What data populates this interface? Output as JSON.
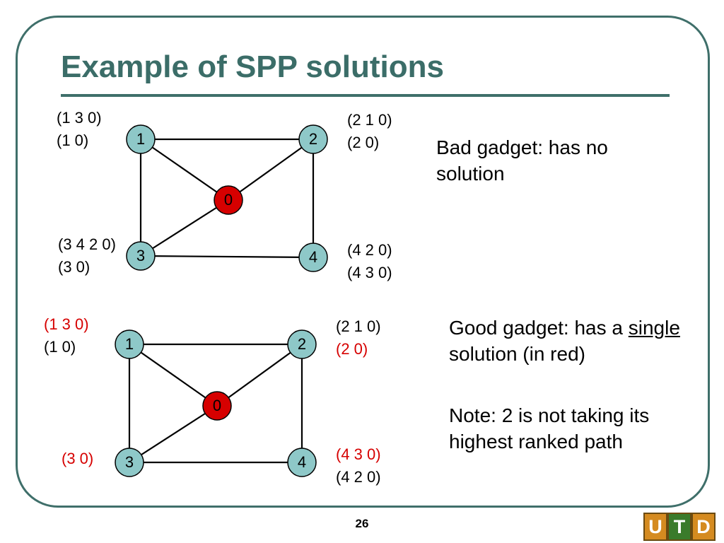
{
  "slide": {
    "title": "Example of SPP solutions",
    "page_number": "26",
    "logo_letters": [
      "U",
      "T",
      "D"
    ]
  },
  "colors": {
    "title": "#3b6d68",
    "frame": "#3f6f6a",
    "node_fill": "#8ec8c8",
    "origin_fill": "#d60000",
    "highlight_text": "#d60000"
  },
  "bad_gadget": {
    "description": "Bad gadget: has no solution",
    "nodes": [
      "0",
      "1",
      "2",
      "3",
      "4"
    ],
    "edges": [
      [
        "1",
        "2"
      ],
      [
        "1",
        "0"
      ],
      [
        "1",
        "3"
      ],
      [
        "2",
        "0"
      ],
      [
        "2",
        "4"
      ],
      [
        "3",
        "0"
      ],
      [
        "3",
        "4"
      ]
    ],
    "paths": {
      "node1": [
        {
          "text": "(1 3 0)",
          "highlight": false
        },
        {
          "text": "(1 0)",
          "highlight": false
        }
      ],
      "node2": [
        {
          "text": "(2 1 0)",
          "highlight": false
        },
        {
          "text": "(2 0)",
          "highlight": false
        }
      ],
      "node3": [
        {
          "text": "(3 4 2 0)",
          "highlight": false
        },
        {
          "text": "(3 0)",
          "highlight": false
        }
      ],
      "node4": [
        {
          "text": "(4 2 0)",
          "highlight": false
        },
        {
          "text": "(4 3 0)",
          "highlight": false
        }
      ]
    }
  },
  "good_gadget": {
    "description_pre": "Good gadget: has a ",
    "description_underlined": "single",
    "description_post": " solution (in red)",
    "note": "Note: 2 is not taking its highest ranked path",
    "nodes": [
      "0",
      "1",
      "2",
      "3",
      "4"
    ],
    "edges": [
      [
        "1",
        "2"
      ],
      [
        "1",
        "0"
      ],
      [
        "1",
        "3"
      ],
      [
        "2",
        "0"
      ],
      [
        "2",
        "4"
      ],
      [
        "3",
        "0"
      ],
      [
        "3",
        "4"
      ]
    ],
    "paths": {
      "node1": [
        {
          "text": "(1 3 0)",
          "highlight": true
        },
        {
          "text": "(1 0)",
          "highlight": false
        }
      ],
      "node2": [
        {
          "text": "(2 1 0)",
          "highlight": false
        },
        {
          "text": "(2 0)",
          "highlight": true
        }
      ],
      "node3": [
        {
          "text": "(3 0)",
          "highlight": true
        }
      ],
      "node4": [
        {
          "text": "(4 3 0)",
          "highlight": true
        },
        {
          "text": "(4 2 0)",
          "highlight": false
        }
      ]
    }
  }
}
